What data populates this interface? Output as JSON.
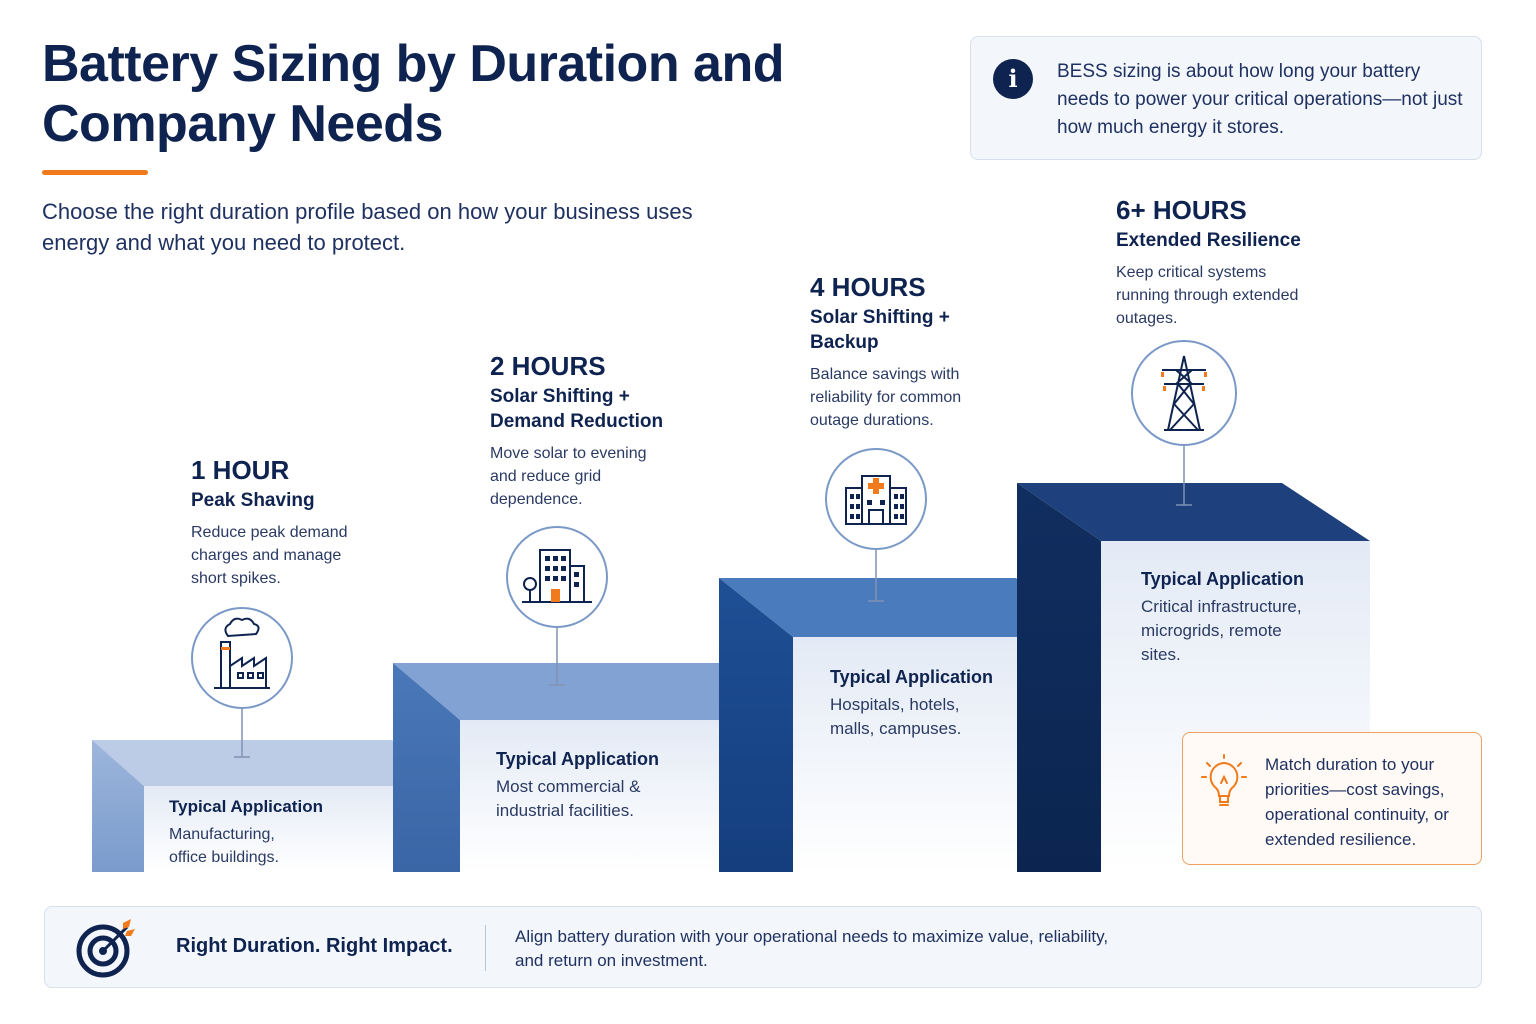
{
  "header": {
    "title": "Battery Sizing by Duration and Company Needs",
    "subtitle": "Choose the right duration profile based on how your business uses energy and what you need to protect."
  },
  "info": {
    "icon": "info-icon",
    "text": "BESS sizing is about how long your battery needs to power your critical operations—not just how much energy it stores."
  },
  "steps": [
    {
      "hours": "1 HOUR",
      "name": "Peak Shaving",
      "description": "Reduce peak demand charges and manage short spikes.",
      "icon": "factory-icon",
      "application_label": "Typical Application",
      "application": "Manufacturing, office buildings."
    },
    {
      "hours": "2 HOURS",
      "name": "Solar Shifting + Demand Reduction",
      "description": "Move solar to evening and reduce grid dependence.",
      "icon": "office-building-icon",
      "application_label": "Typical Application",
      "application": "Most commercial & industrial facilities."
    },
    {
      "hours": "4 HOURS",
      "name": "Solar Shifting + Backup",
      "description": "Balance savings with reliability for common outage durations.",
      "icon": "hospital-icon",
      "application_label": "Typical Application",
      "application": "Hospitals, hotels, malls, campuses."
    },
    {
      "hours": "6+ HOURS",
      "name": "Extended Resilience",
      "description": "Keep critical systems running through extended outages.",
      "icon": "transmission-tower-icon",
      "application_label": "Typical Application",
      "application": "Critical infrastructure, microgrids, remote sites."
    }
  ],
  "tip": {
    "icon": "lightbulb-icon",
    "text": "Match duration to your priorities—cost savings, operational continuity, or extended resilience."
  },
  "footer": {
    "icon": "target-icon",
    "tagline": "Right Duration. Right Impact.",
    "text": "Align battery duration with your operational needs to maximize value, reliability, and return on investment."
  },
  "colors": {
    "navy": "#0f2350",
    "accent_orange": "#f07a1c",
    "step1": "#b9cbe6",
    "step2": "#7fa1d2",
    "step3": "#4677b8",
    "step4": "#1d3f7a"
  }
}
